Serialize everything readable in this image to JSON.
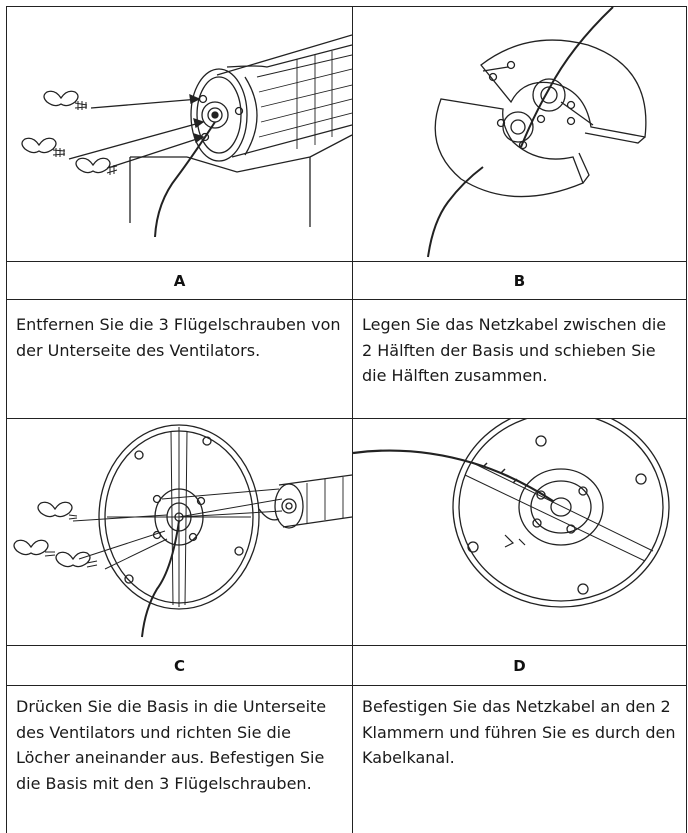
{
  "panels": [
    {
      "label": "A",
      "caption": "Entfernen Sie die 3 Flügelschrauben von der Unterseite des Ventilators.",
      "illustration": "fan-bottom-wing-screws-removal"
    },
    {
      "label": "B",
      "caption": "Legen Sie das Netzkabel zwischen die 2 Hälften der Basis und schieben Sie die Hälften zusammen.",
      "illustration": "base-halves-with-power-cord"
    },
    {
      "label": "C",
      "caption": "Drücken Sie die Basis in die Unterseite des Ventilators und richten Sie die Löcher aneinander aus. Befestigen Sie die Basis mit den 3 Flügelschrauben.",
      "illustration": "base-attach-with-wing-screws"
    },
    {
      "label": "D",
      "caption": "Befestigen Sie das Netzkabel an den 2 Klammern und führen Sie es durch den Kabelkanal.",
      "illustration": "cord-routing-through-cable-channel"
    }
  ]
}
